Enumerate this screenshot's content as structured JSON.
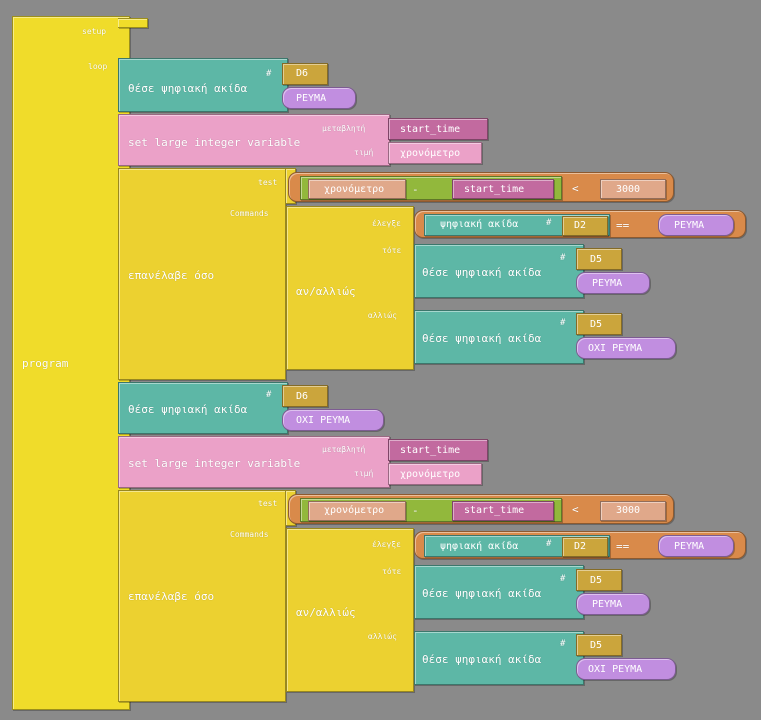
{
  "program": {
    "label": "program",
    "setup_label": "setup",
    "loop_label": "loop"
  },
  "colors": {
    "background": "#8a8a8a",
    "program": "#f0dc2a",
    "loop_block": "#ecd130",
    "pin_block": "#5db7a6",
    "variable_block": "#eba1c8",
    "variable_ref": "#c26a9f",
    "value": "#c18ee0",
    "pin_number": "#cba53c",
    "math": "#92b83c",
    "compare": "#d98a4a"
  },
  "labels": {
    "set_digital_pin": "θέσε ψηφιακή ακίδα",
    "hash": "#",
    "set_large_int": "set large integer variable",
    "variable_param": "μεταβλητή",
    "value_param": "τιμή",
    "repeat_while": "επανέλαβε όσο",
    "test": "test",
    "commands": "Commands",
    "if_else": "αν/αλλιώς",
    "check": "έλεγξε",
    "then": "τότε",
    "else": "αλλιώς",
    "read_digital_pin": "ψηφιακή ακίδα",
    "timer": "χρονόμετρο",
    "minus": "-",
    "less_than": "<",
    "equals": "==",
    "var_name": "start_time",
    "current": "ΡΕΥΜΑ",
    "no_current": "ΟΧΙ ΡΕΥΜΑ"
  },
  "sequence": [
    {
      "type": "set_pin",
      "pin": "D6",
      "value": "ΡΕΥΜΑ"
    },
    {
      "type": "set_var",
      "variable": "start_time",
      "value": "χρονόμετρο"
    },
    {
      "type": "while",
      "limit": "3000",
      "if_pin": "D2",
      "if_value": "ΡΕΥΜΑ",
      "then": {
        "pin": "D5",
        "value": "ΡΕΥΜΑ"
      },
      "else": {
        "pin": "D5",
        "value": "ΟΧΙ ΡΕΥΜΑ"
      }
    },
    {
      "type": "set_pin",
      "pin": "D6",
      "value": "ΟΧΙ ΡΕΥΜΑ"
    },
    {
      "type": "set_var",
      "variable": "start_time",
      "value": "χρονόμετρο"
    },
    {
      "type": "while",
      "limit": "3000",
      "if_pin": "D2",
      "if_value": "ΡΕΥΜΑ",
      "then": {
        "pin": "D5",
        "value": "ΡΕΥΜΑ"
      },
      "else": {
        "pin": "D5",
        "value": "ΟΧΙ ΡΕΥΜΑ"
      }
    }
  ]
}
